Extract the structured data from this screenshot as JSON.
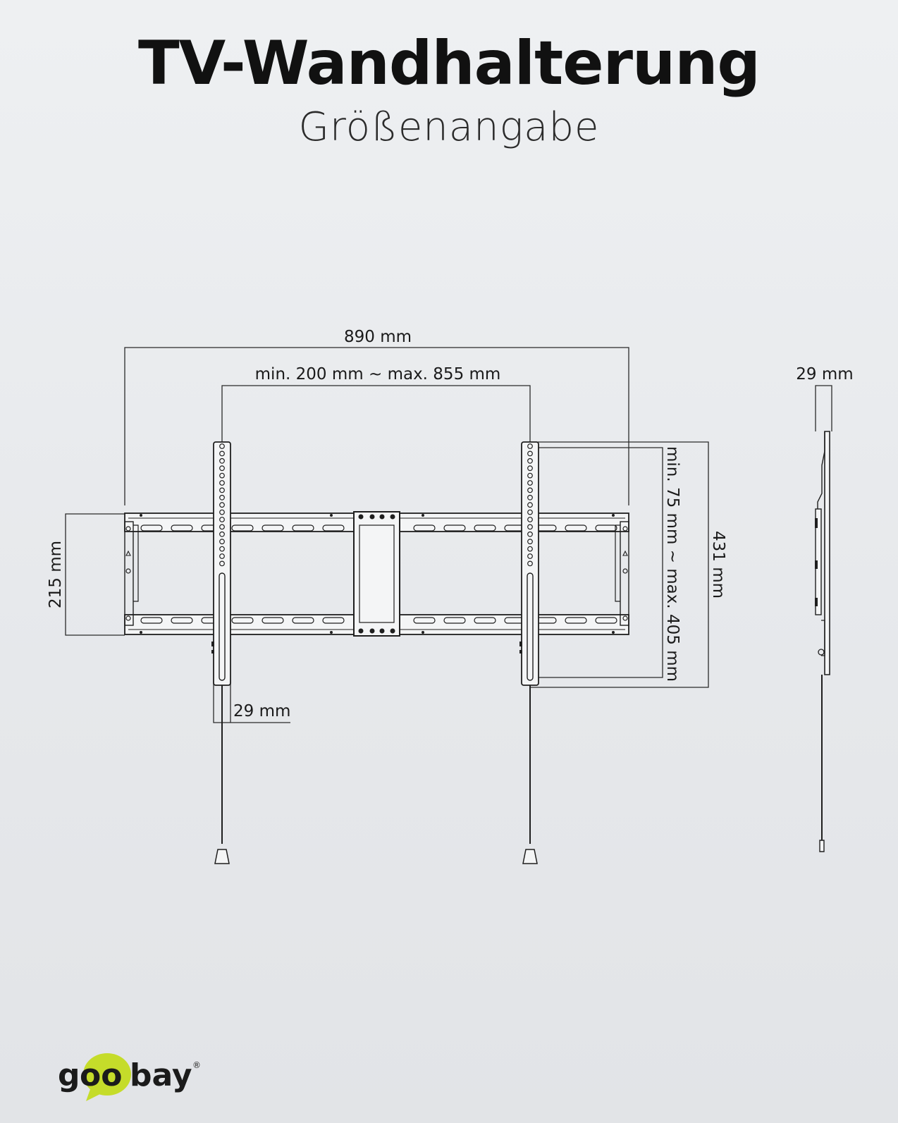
{
  "header": {
    "title": "TV-Wandhalterung",
    "subtitle": "Größenangabe"
  },
  "dimensions": {
    "total_width": "890 mm",
    "vesa_width": "min. 200 mm ~ max. 855 mm",
    "depth_side": "29 mm",
    "plate_height": "215 mm",
    "arm_width": "29 mm",
    "vesa_height": "min. 75 mm ~ max. 405 mm",
    "total_height": "431 mm"
  },
  "logo": {
    "text_before": "g",
    "text_highlight": "oo",
    "text_after": "bay",
    "registered": "®",
    "accent_color": "#c5dc2a"
  }
}
